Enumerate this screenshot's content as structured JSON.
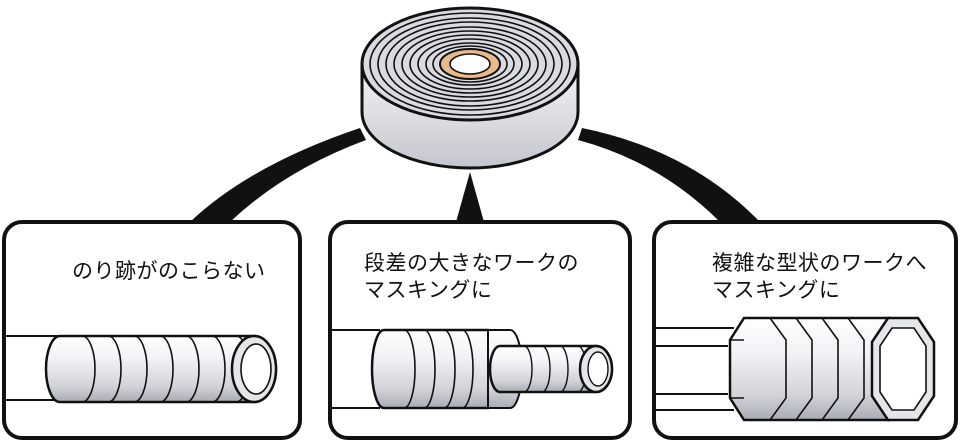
{
  "panels": [
    {
      "lines": [
        "のり跡がのこらない"
      ]
    },
    {
      "lines": [
        "段差の大きなワークの",
        "マスキングに"
      ]
    },
    {
      "lines": [
        "複雑な型状のワークへ",
        "マスキングに"
      ]
    }
  ],
  "colors": {
    "outline": "#111111",
    "tape_face": "#e9eaee",
    "tape_shadow": "#b9bcc4",
    "core": "#e9b98a",
    "background": "#ffffff"
  }
}
